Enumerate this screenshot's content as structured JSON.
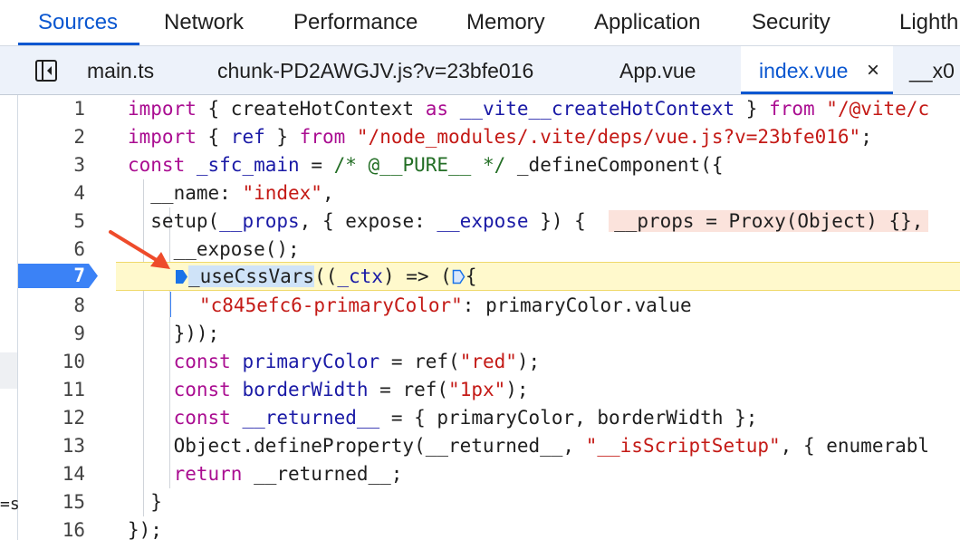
{
  "panel_tabs": [
    {
      "label": "Sources",
      "active": true
    },
    {
      "label": "Network"
    },
    {
      "label": "Performance"
    },
    {
      "label": "Memory"
    },
    {
      "label": "Application"
    },
    {
      "label": "Security"
    },
    {
      "label": "Lighth"
    }
  ],
  "file_tabs": [
    {
      "label": "main.ts"
    },
    {
      "label": "chunk-PD2AWGJV.js?v=23bfe016"
    },
    {
      "label": "App.vue"
    },
    {
      "label": "index.vue",
      "active": true
    },
    {
      "label": "__x0"
    }
  ],
  "close_glyph": "×",
  "left_fragment": "=s",
  "accent_color": "#0b57d0",
  "breakpoint_color": "#3b82f6",
  "highlight_line": 7,
  "line_numbers": [
    "1",
    "2",
    "3",
    "4",
    "5",
    "6",
    "7",
    "8",
    "9",
    "10",
    "11",
    "12",
    "13",
    "14",
    "15",
    "16"
  ],
  "code": {
    "l1": {
      "kw_import": "import",
      "t1": " { createHotContext ",
      "kw_as": "as",
      "t2": " ",
      "v1": "__vite__createHotContext",
      "t3": " } ",
      "kw_from": "from",
      "t4": " ",
      "s1": "\"/@vite/c"
    },
    "l2": {
      "kw_import": "import",
      "t1": " { ",
      "v1": "ref",
      "t2": " } ",
      "kw_from": "from",
      "t3": " ",
      "s1": "\"/node_modules/.vite/deps/vue.js?v=23bfe016\"",
      "t4": ";"
    },
    "l3": {
      "kw_const": "const",
      "t1": " ",
      "v1": "_sfc_main",
      "t2": " = ",
      "c1": "/* @__PURE__ */",
      "t3": " _defineComponent({"
    },
    "l4": {
      "t1": "  __name: ",
      "s1": "\"index\"",
      "t2": ","
    },
    "l5": {
      "t1": "  setup(",
      "v1": "__props",
      "t2": ", { expose: ",
      "v2": "__expose",
      "t3": " }) {",
      "inline": "__props = Proxy(Object) {},"
    },
    "l6": {
      "t1": "    __expose();"
    },
    "l7": {
      "sel": "_useCssVars",
      "t1": "((",
      "v1": "_ctx",
      "t2": ") => (",
      "t3": "{"
    },
    "l8": {
      "s1": "\"c845efc6-primaryColor\"",
      "t1": ": primaryColor.value"
    },
    "l9": {
      "t1": "    }));"
    },
    "l10": {
      "kw_const": "const",
      "t1": " ",
      "v1": "primaryColor",
      "t2": " = ref(",
      "s1": "\"red\"",
      "t3": ");"
    },
    "l11": {
      "kw_const": "const",
      "t1": " ",
      "v1": "borderWidth",
      "t2": " = ref(",
      "s1": "\"1px\"",
      "t3": ");"
    },
    "l12": {
      "kw_const": "const",
      "t1": " ",
      "v1": "__returned__",
      "t2": " = { primaryColor, borderWidth };"
    },
    "l13": {
      "t1": "    Object.defineProperty(__returned__, ",
      "s1": "\"__isScriptSetup\"",
      "t2": ", { enumerabl"
    },
    "l14": {
      "kw_return": "return",
      "t1": " __returned__;"
    },
    "l15": {
      "t1": "  }"
    },
    "l16": {
      "t1": "});"
    }
  }
}
